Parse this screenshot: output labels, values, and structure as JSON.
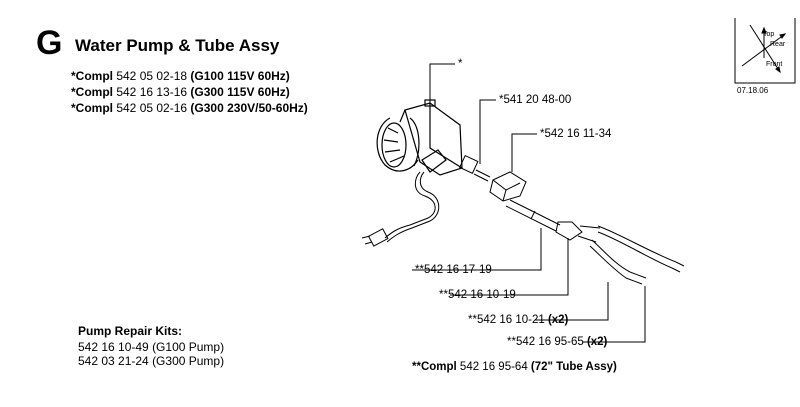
{
  "section_letter": "G",
  "title": "Water Pump & Tube Assy",
  "variants": [
    {
      "prefix": "*Compl",
      "part": " 542 05 02-18 ",
      "model": "(G100 115V 60Hz)"
    },
    {
      "prefix": "*Compl",
      "part": " 542 16 13-16 ",
      "model": "(G300 115V 60Hz)"
    },
    {
      "prefix": "*Compl",
      "part": " 542 05 02-16 ",
      "model": "(G300 230V/50-60Hz)"
    }
  ],
  "orientation": {
    "top": "Top",
    "rear": "Rear",
    "front": "Front",
    "date": "07.18.06"
  },
  "callouts": {
    "pump": "*",
    "fitting": "*541 20 48-00",
    "clamp": "*542 16 11-34",
    "tube_main": "**542 16 17-19",
    "connector": "**542 16 10-19",
    "nozzle": "**542 16 10-21",
    "nozzle_qty": "(x2)",
    "tube_end": "**542 16 95-65",
    "tube_end_qty": "(x2)",
    "tube_assy_prefix": "**Compl",
    "tube_assy_part": " 542 16 95-64 ",
    "tube_assy_desc": "(72\" Tube Assy)"
  },
  "kits": {
    "title": "Pump Repair Kits:",
    "items": [
      "542 16 10-49 (G100 Pump)",
      "542 03 21-24 (G300 Pump)"
    ]
  }
}
